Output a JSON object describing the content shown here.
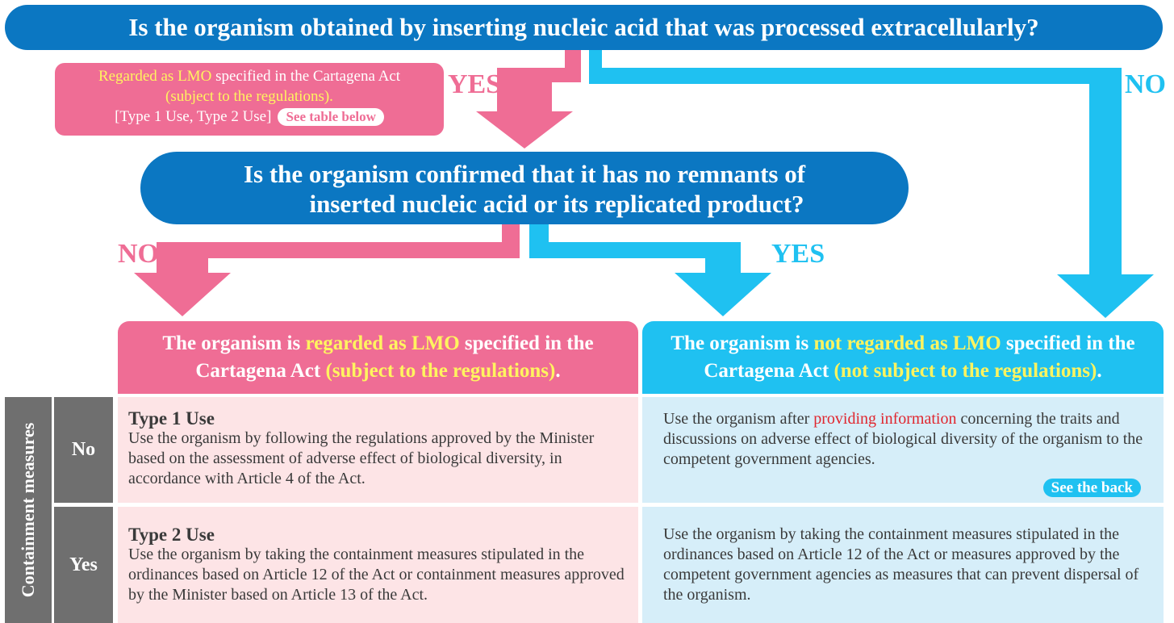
{
  "question1": "Is the organism obtained by inserting nucleic acid that was processed extracellularly?",
  "note": {
    "part1_yellow": "Regarded as LMO",
    "part1_rest": " specified in the Cartagena Act",
    "part2_yellow": "(subject to the regulations).",
    "part3": "[Type 1 Use, Type 2 Use]",
    "pill": "See table below"
  },
  "yes1": "YES",
  "no1": "NO",
  "question2": {
    "line1": "Is the organism confirmed that it has no remnants of",
    "line2": "inserted nucleic acid or its replicated product?"
  },
  "no2": "NO",
  "yes2": "YES",
  "result_left": {
    "a": "The organism is ",
    "b_yellow": "regarded as  LMO",
    "c": " specified in the Cartagena Act ",
    "d_yellow": "(subject to the regulations)",
    "e": "."
  },
  "result_right": {
    "a": "The organism is ",
    "b_yellow": "not regarded as LMO",
    "c": " specified in the Cartagena Act ",
    "d_yellow": "(not subject to the regulations)",
    "e": "."
  },
  "side_label": "Containment measures",
  "row_no_label": "No",
  "row_yes_label": "Yes",
  "cell_no_left": {
    "title": "Type 1 Use",
    "body": "Use the organism by following the regulations approved by the Minister based on the assessment of adverse effect of biological diversity, in accordance with Article 4 of the Act."
  },
  "cell_no_right": {
    "a": "Use the organism after ",
    "b_red": "providing information",
    "c": " concerning the traits and discussions on adverse effect of biological diversity of the organism to the competent government agencies.",
    "pill": "See the back"
  },
  "cell_yes_left": {
    "title": "Type 2 Use",
    "body": "Use the organism by taking the containment measures stipulated in the ordinances based on Article 12 of the Act or containment measures approved by the Minister based on Article 13 of the Act."
  },
  "cell_yes_right": {
    "body": "Use the organism by taking the containment measures stipulated in the ordinances based on Article 12 of the Act or measures approved by the competent government agencies as measures that can prevent dispersal of the organism."
  },
  "colors": {
    "dark_blue": "#0b77c2",
    "pink": "#ef6d95",
    "cyan": "#1fc1f1",
    "yellow": "#fff45f",
    "gray": "#6f6f6f",
    "red": "#e0262e"
  }
}
